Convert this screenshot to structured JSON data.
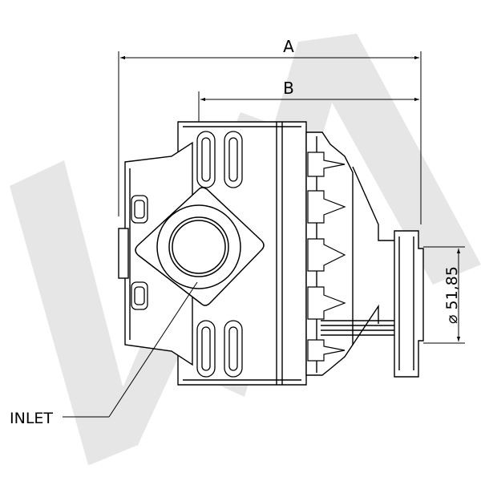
{
  "drawing": {
    "dim_a_label": "A",
    "dim_b_label": "B",
    "diameter_label": "⌀ 51,85",
    "inlet_label": "INLET",
    "watermark_color": "#e6e6e6",
    "line_color": "#000000"
  }
}
